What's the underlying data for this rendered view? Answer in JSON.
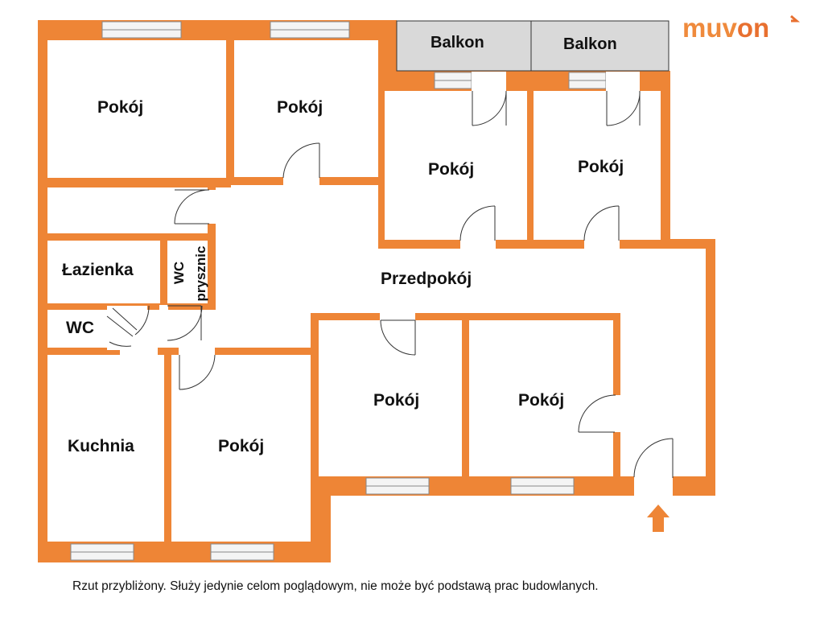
{
  "logo": {
    "text_part1": "muv",
    "text_part2": "on"
  },
  "colors": {
    "wall": "#ee8536",
    "window": "#f4f4f4",
    "balcony": "#d9d9d9",
    "text": "#111111"
  },
  "balconies": [
    {
      "label": "Balkon"
    },
    {
      "label": "Balkon"
    }
  ],
  "rooms": {
    "pokoj_1": "Pokój",
    "pokoj_2": "Pokój",
    "pokoj_3": "Pokój",
    "pokoj_4": "Pokój",
    "pokoj_5": "Pokój",
    "pokoj_6": "Pokój",
    "pokoj_7": "Pokój",
    "lazienka": "Łazienka",
    "wc_1": "WC",
    "wc_2": "WC",
    "prysznic": "prysznic",
    "przedpokoj": "Przedpokój",
    "kuchnia": "Kuchnia"
  },
  "entrance_icon": "arrow-up-icon",
  "disclaimer": "Rzut przybliżony. Służy jedynie celom poglądowym, nie może być podstawą prac budowlanych."
}
